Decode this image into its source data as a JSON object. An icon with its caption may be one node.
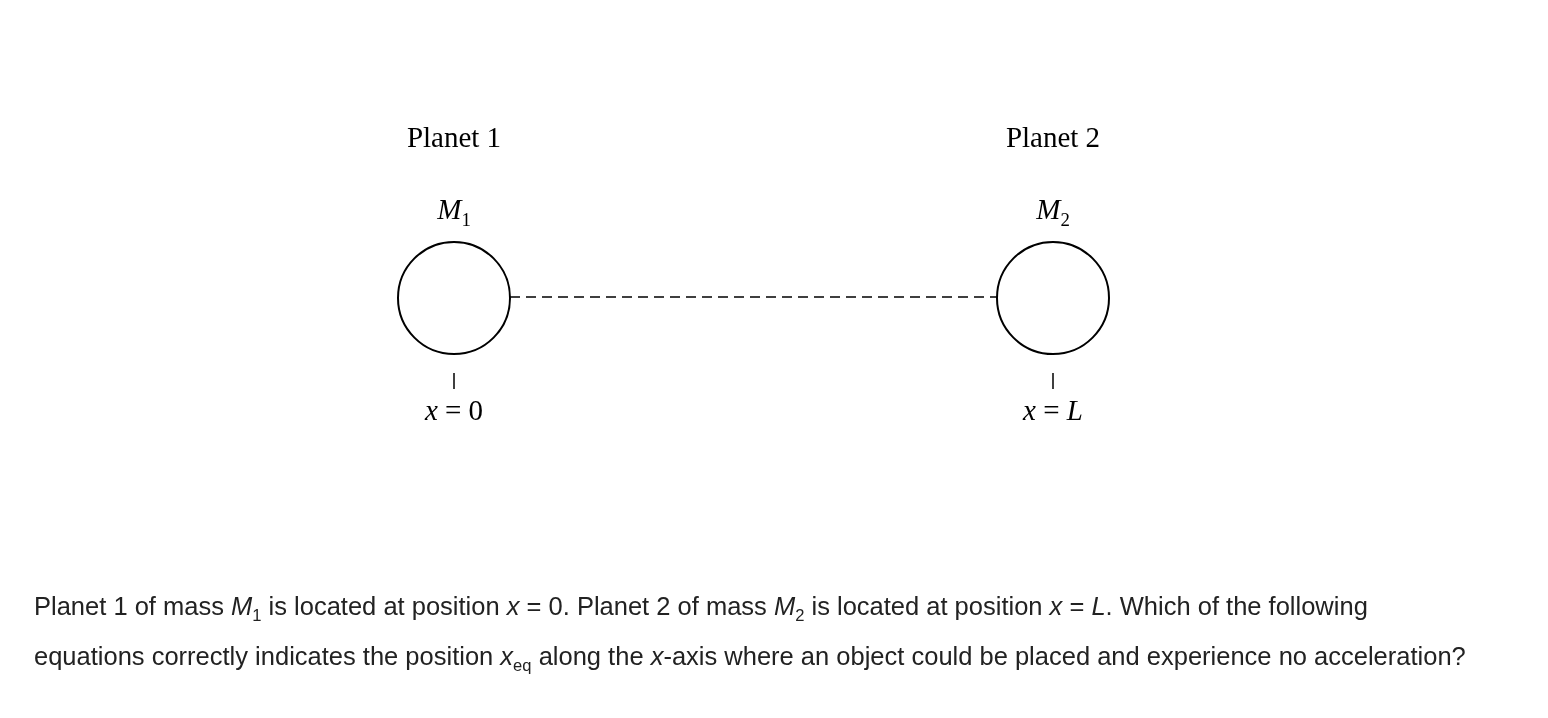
{
  "diagram": {
    "caption": "Planet 1 of mass *M*$_{1}$ is located at position *x* = 0. Planet 2 of mass *M*$_{2}$ is located at position *x* = *L*. Which of the following equations correctly indicates the position *x*$_{eq}$ along the *x*-axis where an object could be placed and experience no acceleration?",
    "nodes": [
      {
        "text": [],
        "shape": "circle",
        "beside": [
          "Planet 1",
          "*M*$_{1}$",
          "*x* = 0"
        ]
      },
      {
        "text": [],
        "shape": "circle",
        "beside": [
          "Planet 2",
          "*M*$_{2}$",
          "*x* = *L*"
        ]
      }
    ],
    "edges": [
      {
        "from": 0,
        "to": 1,
        "arrow": "none",
        "style": "dashed"
      }
    ]
  }
}
